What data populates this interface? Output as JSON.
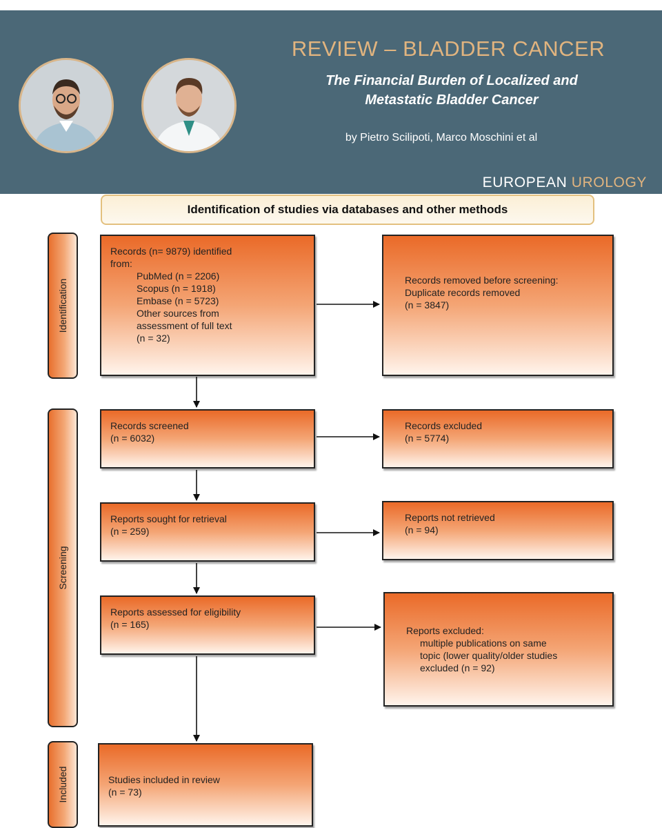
{
  "header": {
    "section_label": "REVIEW – BLADDER CANCER",
    "title_line1": "The Financial Burden of Localized and",
    "title_line2": "Metastatic Bladder Cancer",
    "authors": "by Pietro Scilipoti,  Marco Moschini et al",
    "journal_part1": "EUROPEAN ",
    "journal_part2": "UROLOGY",
    "colors": {
      "band": "#4b6877",
      "accent": "#e1b47f"
    }
  },
  "flow": {
    "banner": "Identification of studies via databases and other methods",
    "phases": {
      "identification": "Identification",
      "screening": "Screening",
      "included": "Included"
    },
    "records_identified": {
      "line1": "Records (n= 9879) identified",
      "line2": "from:",
      "pubmed": "PubMed (n = 2206)",
      "scopus": "Scopus (n = 1918)",
      "embase": "Embase (n = 5723)",
      "other1": "Other sources from",
      "other2": "assessment of full text",
      "other3": "(n = 32)"
    },
    "records_removed": {
      "line1": "Records removed before screening:",
      "line2": "Duplicate records removed",
      "line3": "(n = 3847)"
    },
    "records_screened": {
      "line1": "Records screened",
      "line2": "(n = 6032)"
    },
    "records_excluded": {
      "line1": "Records excluded",
      "line2": "(n = 5774)"
    },
    "reports_sought": {
      "line1": "Reports sought for retrieval",
      "line2": "(n = 259)"
    },
    "reports_not_retrieved": {
      "line1": "Reports not retrieved",
      "line2": "(n = 94)"
    },
    "reports_assessed": {
      "line1": "Reports assessed for eligibility",
      "line2": "(n = 165)"
    },
    "reports_excluded": {
      "line1": "Reports excluded:",
      "line2": "multiple publications on same",
      "line3": "topic (lower quality/older studies",
      "line4": "excluded (n = 92)"
    },
    "studies_included": {
      "line1": "Studies included in review",
      "line2": "(n = 73)"
    }
  }
}
